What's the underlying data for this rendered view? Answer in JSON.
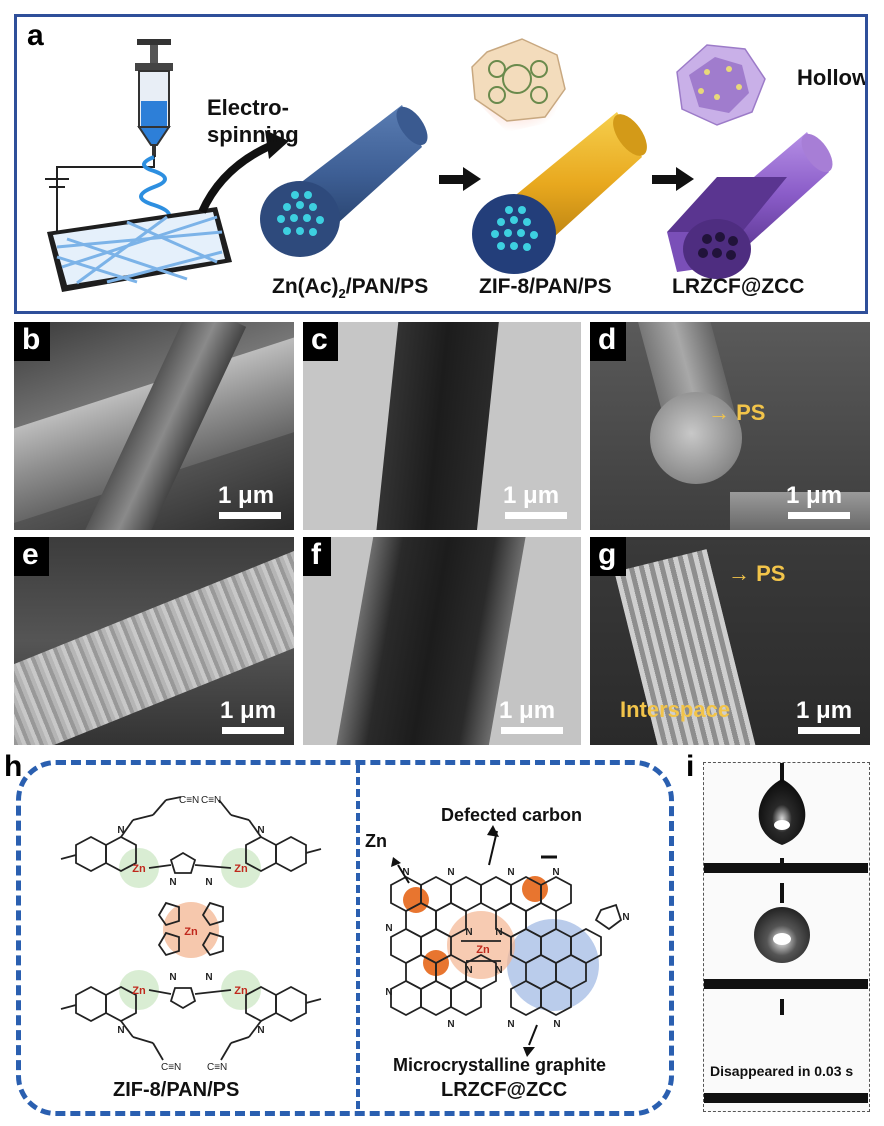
{
  "panel_a": {
    "label": "a",
    "electrospinning": [
      "Electro-",
      "spinning"
    ],
    "hollow": "Hollow",
    "fiber1_base": "Zn(Ac)",
    "fiber1_sub": "2",
    "fiber1_rest": "/PAN/PS",
    "fiber2": "ZIF-8/PAN/PS",
    "fiber3": "LRZCF@ZCC",
    "colors": {
      "border": "#2f4f9a",
      "fiber1": "#3e5f95",
      "fiber2": "#f0b428",
      "fiber3": "#8a5cc8"
    }
  },
  "micrographs": [
    {
      "label": "b",
      "scale": "1 μm"
    },
    {
      "label": "c",
      "scale": "1 μm"
    },
    {
      "label": "d",
      "scale": "1 μm",
      "annotation": "PS"
    },
    {
      "label": "e",
      "scale": "1 μm"
    },
    {
      "label": "f",
      "scale": "1 μm"
    },
    {
      "label": "g",
      "scale": "1 μm",
      "annotation": "PS",
      "annotation2": "Interspace"
    }
  ],
  "panel_h": {
    "label": "h",
    "left_title": "ZIF-8/PAN/PS",
    "right_title": "LRZCF@ZCC",
    "zn": "Zn",
    "defected": "Defected carbon",
    "graphite": "Microcrystalline graphite",
    "atom_N": "N",
    "atom_Zn": "Zn",
    "nitrile": "C≡N",
    "colors": {
      "border": "#2a5fb0",
      "zn_glow": "#f3b592",
      "green_glow": "#cfe8c8",
      "graphite_glow": "#a9bfe6"
    }
  },
  "panel_i": {
    "label": "i",
    "caption": "Disappeared in 0.03 s"
  }
}
